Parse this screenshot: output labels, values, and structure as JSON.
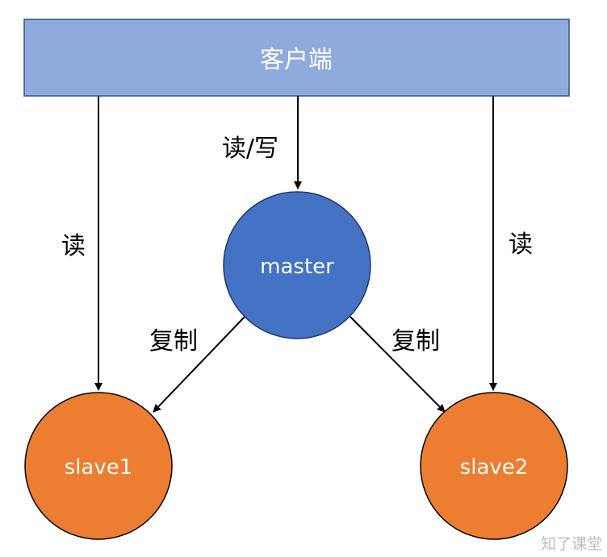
{
  "client": {
    "label": "客户端"
  },
  "nodes": {
    "master": {
      "label": "master"
    },
    "slave1": {
      "label": "slave1"
    },
    "slave2": {
      "label": "slave2"
    }
  },
  "edges": {
    "read_write": "读/写",
    "read_left": "读",
    "read_right": "读",
    "replicate_left": "复制",
    "replicate_right": "复制"
  },
  "watermark": "知了课堂",
  "colors": {
    "client_fill": "#8faadc",
    "client_stroke": "#2f528f",
    "master_fill": "#4472c4",
    "slave_fill": "#ed7d31",
    "stroke": "#000000"
  }
}
